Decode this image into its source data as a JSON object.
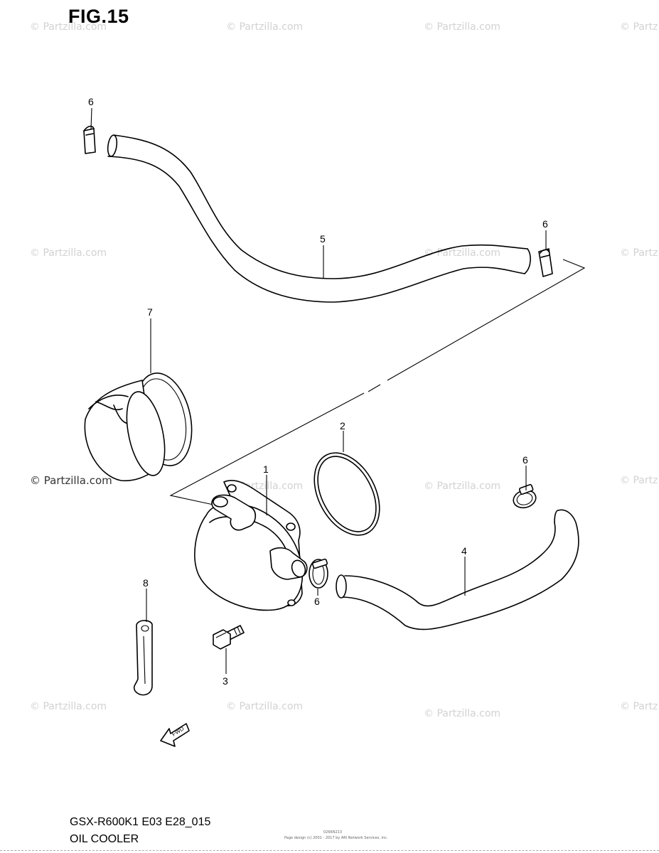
{
  "figure": {
    "title": "FIG.15",
    "model_code": "GSX-R600K1 E03 E28_015",
    "section_name": "OIL COOLER",
    "footer_code": "026KN213",
    "footer_credit": "Page design (c) 2001 - 2017 by ARI Network Services, Inc."
  },
  "callouts": {
    "c1": "1",
    "c2": "2",
    "c3": "3",
    "c4": "4",
    "c5": "5",
    "c6a": "6",
    "c6b": "6",
    "c6c": "6",
    "c6d": "6",
    "c7": "7",
    "c8": "8"
  },
  "fwd_label": "FWD",
  "copyright": "© Partzilla.com",
  "watermarks": {
    "w1": "© Partzilla.com",
    "w2": "© Partzilla.com",
    "w3": "© Partzilla.com",
    "w4": "© Partz",
    "w5": "© Partzilla.com",
    "w6": "© Partzilla.com",
    "w7": "© Partz",
    "w8": "© Partzilla.com",
    "w9": "© Partzilla.com",
    "w10": "© Partz",
    "w11": "© Partzilla.com",
    "w12": "© Partzilla.com",
    "w13": "© Partzilla.com",
    "w14": "© Partz"
  }
}
